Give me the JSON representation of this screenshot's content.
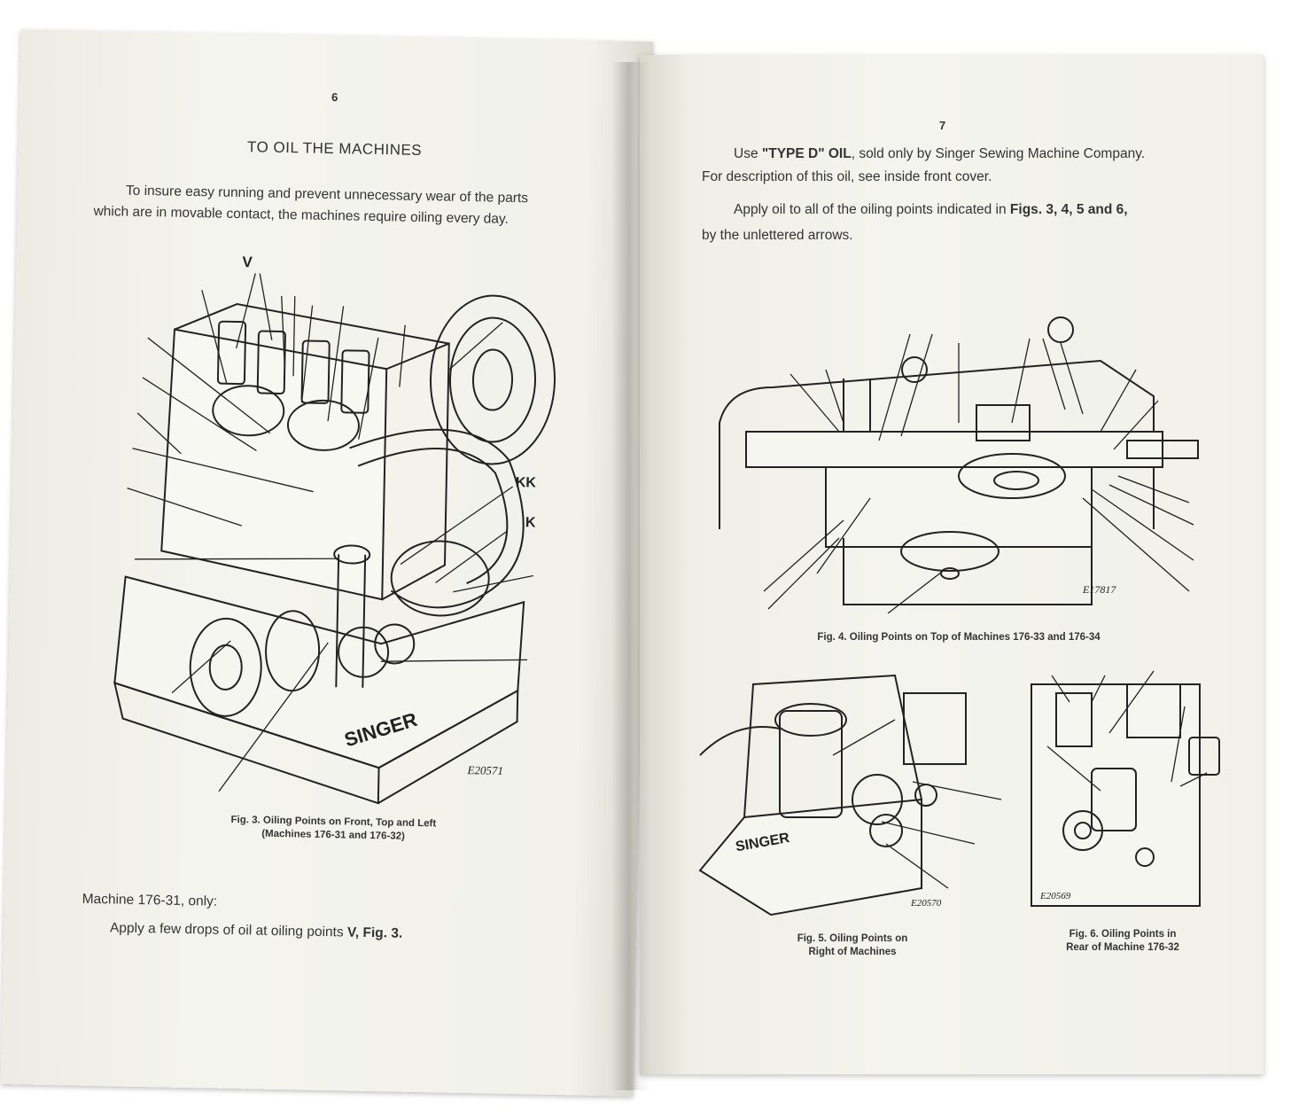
{
  "left_page": {
    "page_number": "6",
    "heading": "TO OIL THE MACHINES",
    "intro_line1": "To insure easy running and prevent unnecessary wear of the parts",
    "intro_line2": "which are in movable contact, the machines require oiling every day.",
    "fig3": {
      "label_v": "V",
      "label_kk": "KK",
      "label_k": "K",
      "brand": "SINGER",
      "code": "E20571",
      "caption_line1": "Fig. 3.  Oiling Points on Front, Top and Left",
      "caption_line2": "(Machines 176-31 and 176-32)"
    },
    "machine_note": "Machine 176-31, only:",
    "instruction_prefix": "Apply a few drops of oil at oiling points ",
    "instruction_ref": "V, Fig. 3."
  },
  "right_page": {
    "page_number": "7",
    "para1_use": "Use ",
    "para1_type": "\"TYPE D\" OIL",
    "para1_rest": ", sold only by Singer Sewing Machine Company.",
    "para1_line2": "For description of this oil, see inside front cover.",
    "para2_line1_pre": "Apply oil to all of the oiling points indicated in ",
    "para2_figs": "Figs. 3, 4, 5 and 6,",
    "para2_line2": "by the unlettered arrows.",
    "fig4": {
      "code": "E17817",
      "caption": "Fig. 4.  Oiling Points on Top of Machines 176-33 and 176-34"
    },
    "fig5": {
      "brand": "SINGER",
      "code": "E20570",
      "caption_line1": "Fig. 5.  Oiling Points on",
      "caption_line2": "Right of Machines"
    },
    "fig6": {
      "code": "E20569",
      "caption_line1": "Fig. 6.  Oiling Points in",
      "caption_line2": "Rear of Machine 176-32"
    }
  }
}
